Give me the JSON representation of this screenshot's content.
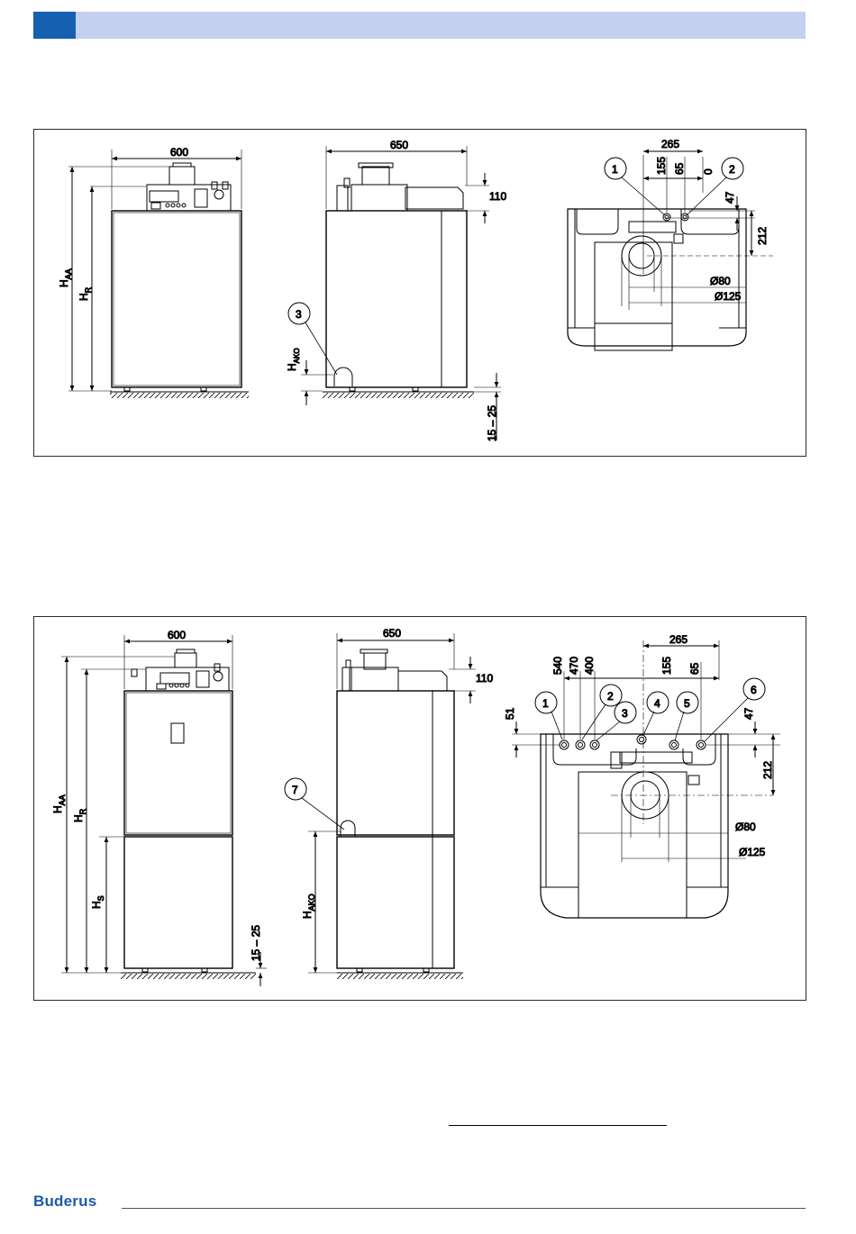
{
  "drawing1": {
    "front": {
      "width_dim": "600",
      "h_aa": "H",
      "h_aa_sub": "AA",
      "h_r": "H",
      "h_r_sub": "R"
    },
    "side": {
      "depth_dim": "650",
      "top_dim": "110",
      "callout": "3",
      "h_ako": "H",
      "h_ako_sub": "AKO",
      "feet_dim": "15 – 25"
    },
    "top": {
      "dim_265": "265",
      "dim_155": "155",
      "dim_65": "65",
      "dim_0": "0",
      "dim_47": "47",
      "dim_212": "212",
      "dia_80": "Ø80",
      "dia_125": "Ø125",
      "callouts": [
        "1",
        "2"
      ]
    }
  },
  "drawing2": {
    "front": {
      "width_dim": "600",
      "h_aa": "H",
      "h_aa_sub": "AA",
      "h_r": "H",
      "h_r_sub": "R",
      "h_s": "H",
      "h_s_sub": "S",
      "feet_dim": "15 – 25"
    },
    "side": {
      "depth_dim": "650",
      "top_dim": "110",
      "callout": "7",
      "h_ako": "H",
      "h_ako_sub": "AKO"
    },
    "top": {
      "dim_540": "540",
      "dim_470": "470",
      "dim_400": "400",
      "dim_265": "265",
      "dim_155": "155",
      "dim_65": "65",
      "dim_51": "51",
      "dim_47": "47",
      "dim_212": "212",
      "dia_80": "Ø80",
      "dia_125": "Ø125",
      "callouts": [
        "1",
        "2",
        "3",
        "4",
        "5",
        "6"
      ]
    }
  },
  "footer": {
    "logo": "Buderus"
  },
  "colors": {
    "accent": "#1560b0",
    "header_band": "#c5cff0",
    "line": "#000000"
  }
}
